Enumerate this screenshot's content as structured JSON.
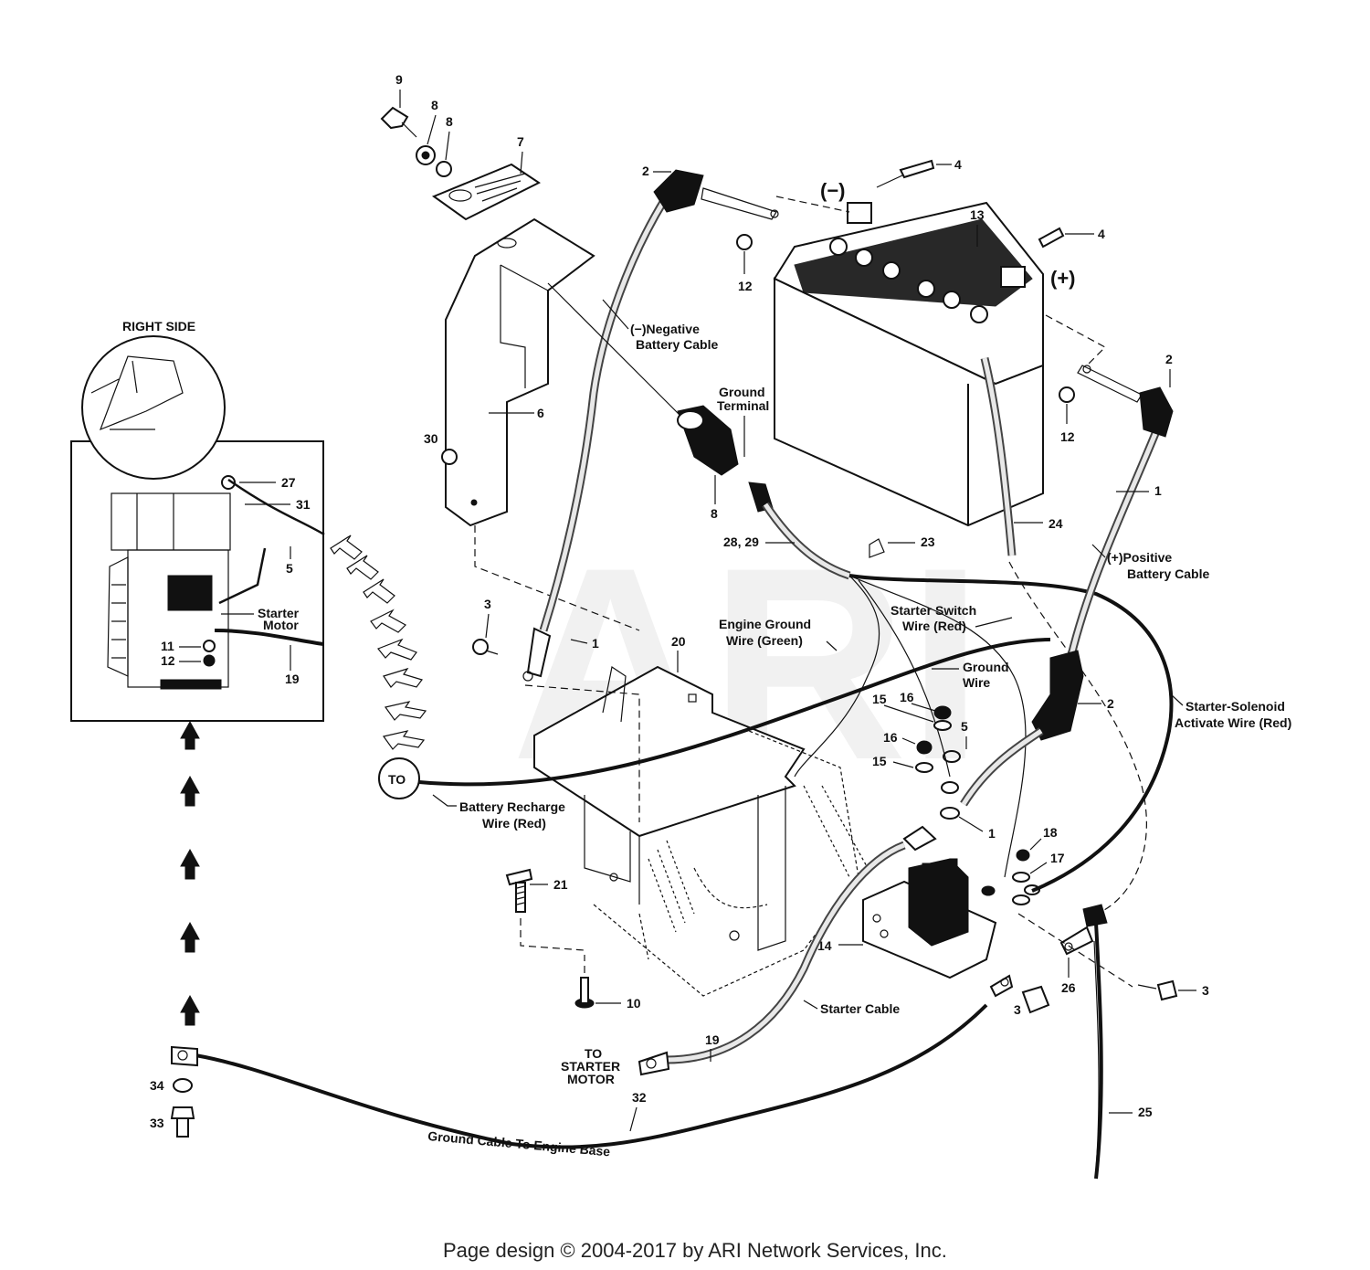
{
  "inset": {
    "title": "RIGHT SIDE",
    "starter_motor": "Starter\nMotor"
  },
  "callouts": {
    "c9": "9",
    "c8a": "8",
    "c8b": "8",
    "c7": "7",
    "c2a": "2",
    "c4a": "4",
    "c4b": "4",
    "c13": "13",
    "c12a": "12",
    "c12b": "12",
    "c2b": "2",
    "c6": "6",
    "c30": "30",
    "c8c": "8",
    "c24": "24",
    "c1a": "1",
    "c2829": "28, 29",
    "c23": "23",
    "c3a": "3",
    "c1b": "1",
    "c20": "20",
    "c2c": "2",
    "c15a": "15",
    "c16a": "16",
    "c5a": "5",
    "c16b": "16",
    "c15b": "15",
    "c1c": "1",
    "c18": "18",
    "c17": "17",
    "c21": "21",
    "c14": "14",
    "c26": "26",
    "c3b": "3",
    "c10": "10",
    "c3c": "3",
    "c19a": "19",
    "c25": "25",
    "c32": "32",
    "c34": "34",
    "c33": "33",
    "c27": "27",
    "c31": "31",
    "c5b": "5",
    "c11": "11",
    "c12c": "12",
    "c19b": "19"
  },
  "labels": {
    "minus": "(−)",
    "plus": "(+)",
    "neg_cable_1": "(−)Negative",
    "neg_cable_2": "Battery Cable",
    "ground_terminal_1": "Ground",
    "ground_terminal_2": "Terminal",
    "pos_cable_1": "(+)Positive",
    "pos_cable_2": "Battery Cable",
    "starter_switch_1": "Starter Switch",
    "starter_switch_2": "Wire (Red)",
    "engine_ground_1": "Engine Ground",
    "engine_ground_2": "Wire (Green)",
    "ground_wire_1": "Ground",
    "ground_wire_2": "Wire",
    "solenoid_wire_1": "Starter-Solenoid",
    "solenoid_wire_2": "Activate Wire (Red)",
    "to": "TO",
    "recharge_1": "Battery Recharge",
    "recharge_2": "Wire (Red)",
    "starter_cable": "Starter Cable",
    "to_starter_1": "TO",
    "to_starter_2": "STARTER",
    "to_starter_3": "MOTOR",
    "ground_engine_base": "Ground Cable To Engine Base"
  },
  "watermark": "ARI",
  "footer": "Page design © 2004-2017 by ARI Network Services, Inc."
}
